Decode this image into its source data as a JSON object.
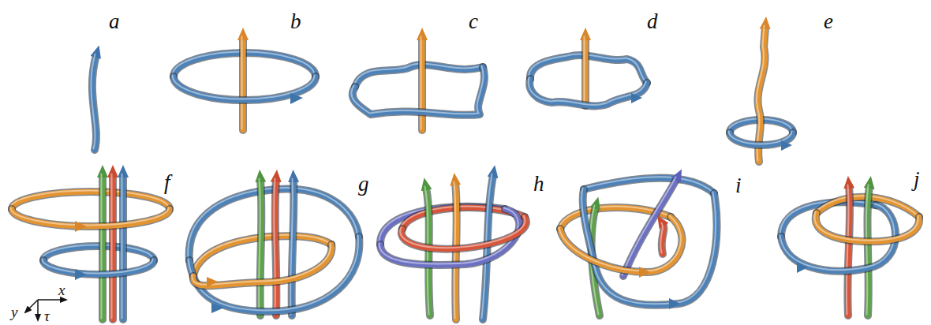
{
  "diagram": {
    "labels": [
      "a",
      "b",
      "c",
      "d",
      "e",
      "f",
      "g",
      "h",
      "i",
      "j",
      "x",
      "y",
      "τ"
    ]
  }
}
